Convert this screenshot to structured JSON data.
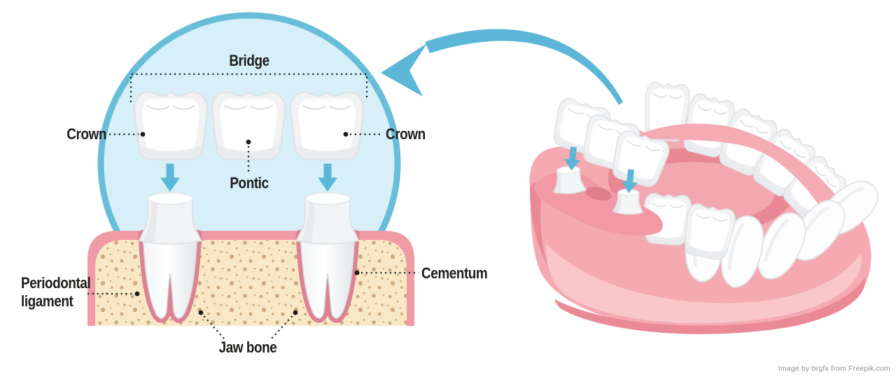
{
  "left_panel": {
    "labels": {
      "bridge": "Bridge",
      "crown_left": "Crown",
      "crown_right": "Crown",
      "pontic": "Pontic",
      "periodontal_ligament": "Periodontal\nligament",
      "cementum": "Cementum",
      "jaw_bone": "Jaw bone"
    }
  },
  "right_panel": {
    "icons": {
      "transfer_arrow": "curved-arrow-left",
      "placement_arrow": "arrow-down"
    }
  },
  "attribution": "Image by brgfx from Freepik.com",
  "colors": {
    "circle_fill": "#d6eff8",
    "circle_stroke": "#68bdd8",
    "arrow_blue": "#5cb6d7",
    "bone_fill": "#f8e8c6",
    "bone_speckle": "#c2945e",
    "bone_border_pink": "#ef9aa4",
    "gum_pink": "#f5a9b1",
    "gum_dark": "#e98795",
    "gum_light": "#f9c6ca",
    "ligament_pink": "#dd8192",
    "tooth_white": "#ffffff",
    "label_color": "#1d1d1b",
    "attribution_color": "#8e8e8e"
  }
}
